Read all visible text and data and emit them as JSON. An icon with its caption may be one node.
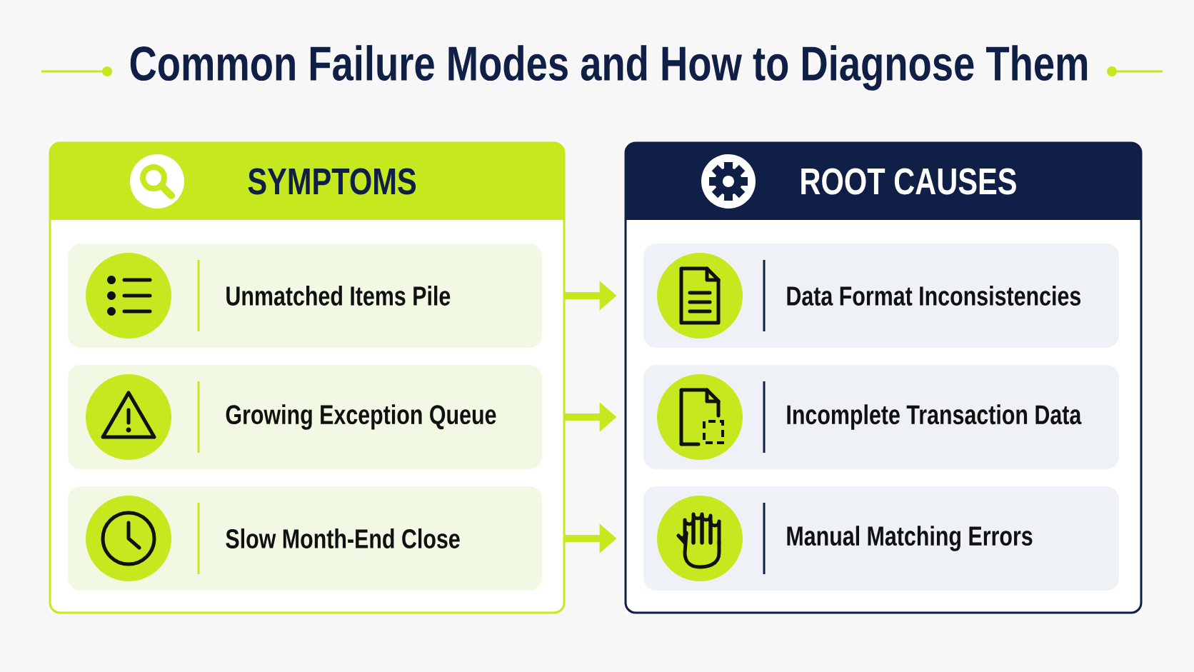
{
  "diagram": {
    "title": "Common Failure Modes and How to Diagnose Them",
    "nodes": [
      {
        "text": [
          "SYMPTOMS"
        ]
      },
      {
        "text": [
          "ROOT CAUSES"
        ]
      },
      {
        "text": [
          "Unmatched Items Pile"
        ],
        "in": 0
      },
      {
        "text": [
          "Growing Exception Queue"
        ],
        "in": 0
      },
      {
        "text": [
          "Slow Month-End Close"
        ],
        "in": 0
      },
      {
        "text": [
          "Data Format Inconsistencies"
        ],
        "in": 1
      },
      {
        "text": [
          "Incomplete Transaction Data"
        ],
        "in": 1
      },
      {
        "text": [
          "Manual Matching Errors"
        ],
        "in": 1
      }
    ],
    "edges": [
      {
        "from": 2,
        "to": 5,
        "arrow": "to"
      },
      {
        "from": 3,
        "to": 6,
        "arrow": "to"
      },
      {
        "from": 4,
        "to": 7,
        "arrow": "to"
      }
    ]
  }
}
